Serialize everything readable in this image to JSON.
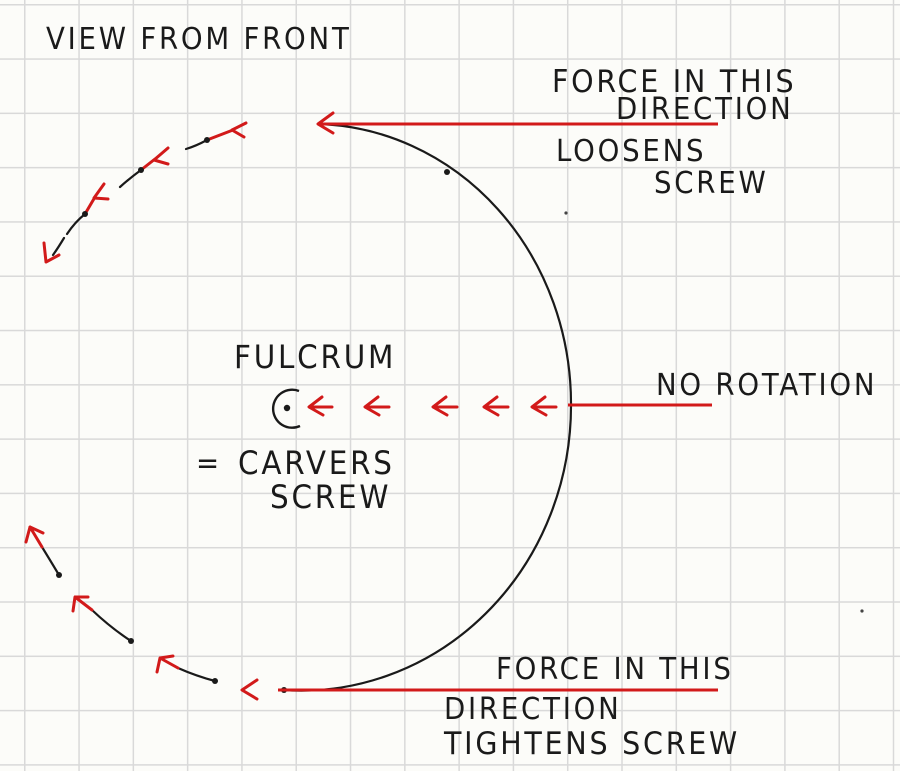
{
  "labels": {
    "title": "VIEW FROM FRONT",
    "top_force_line1": "FORCE IN THIS",
    "top_force_line2": "DIRECTION",
    "top_force_line3": "LOOSENS",
    "top_force_line4": "SCREW",
    "no_rotation": "NO ROTATION",
    "fulcrum": "FULCRUM",
    "equals_sign": "=",
    "carvers_line1": "CARVERS",
    "carvers_line2": "SCREW",
    "bottom_force_line1": "FORCE IN THIS",
    "bottom_force_line2": "DIRECTION",
    "bottom_force_line3": "TIGHTENS SCREW"
  },
  "colors": {
    "ink": "#1a1a1a",
    "red_ink": "#d21a1a",
    "grid": "#d9d9d9",
    "paper": "#fcfcf9"
  }
}
